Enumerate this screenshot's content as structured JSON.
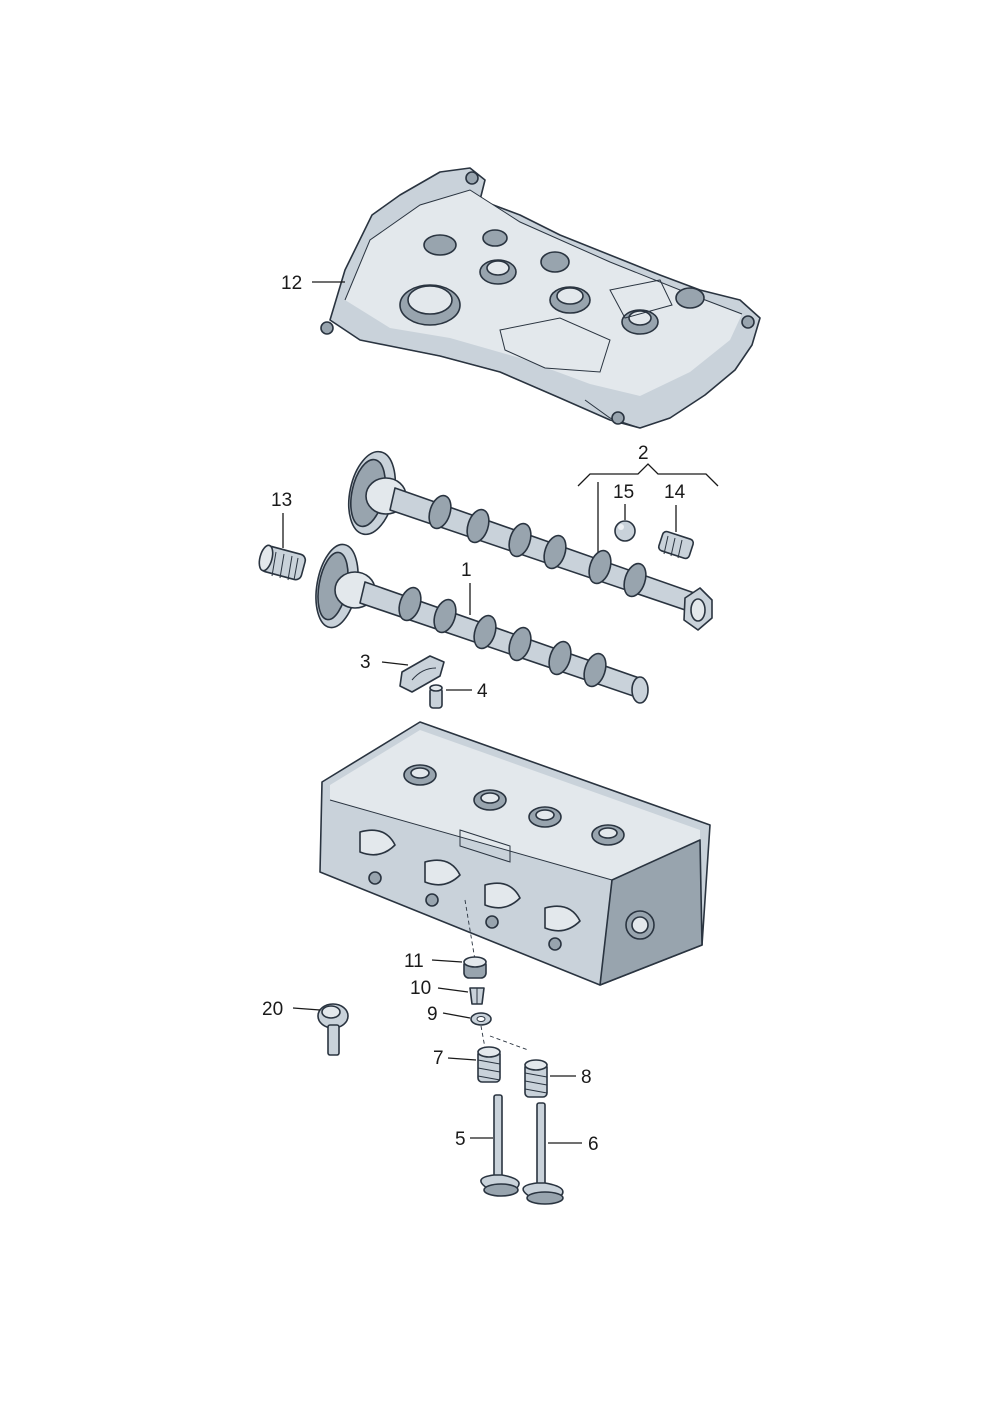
{
  "callouts": {
    "c1": "1",
    "c2": "2",
    "c3": "3",
    "c4": "4",
    "c5": "5",
    "c6": "6",
    "c7": "7",
    "c8": "8",
    "c9": "9",
    "c10": "10",
    "c11": "11",
    "c12": "12",
    "c13": "13",
    "c14": "14",
    "c15": "15",
    "c20": "20"
  }
}
